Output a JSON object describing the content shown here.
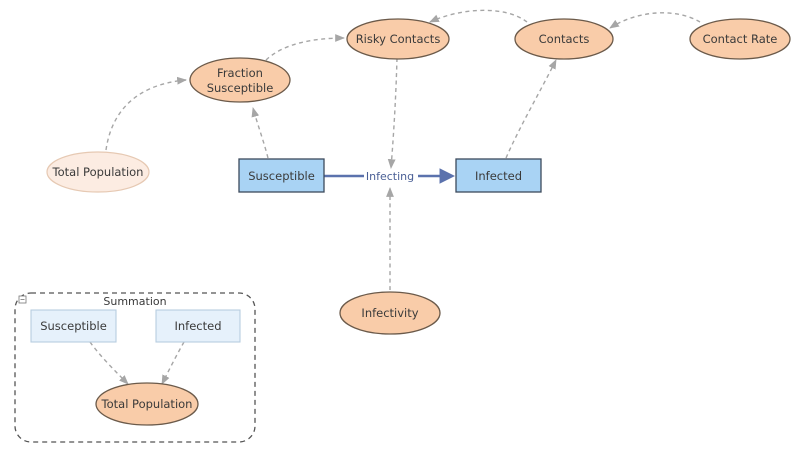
{
  "variables": {
    "fraction_susceptible": [
      "Fraction",
      "Susceptible"
    ],
    "risky_contacts": "Risky Contacts",
    "contacts": "Contacts",
    "contact_rate": "Contact Rate",
    "total_population_ghost": "Total Population",
    "infectivity": "Infectivity"
  },
  "stocks": {
    "susceptible": "Susceptible",
    "infected": "Infected"
  },
  "flow": {
    "label": "Infecting"
  },
  "group": {
    "title": "Summation",
    "susceptible": "Susceptible",
    "infected": "Infected",
    "total_population": "Total Population"
  },
  "colors": {
    "variable_fill": "#f9cca9",
    "variable_stroke": "#6b5a4a",
    "ghost_fill": "#fcece2",
    "ghost_stroke": "#e6c9b3",
    "stock_fill": "#a9d3f4",
    "stock_stroke": "#3d4a5c",
    "ghost_stock_fill": "#e6f1fb",
    "ghost_stock_stroke": "#b8cde0",
    "flow_color": "#5b72ad",
    "link_color": "#a6a6a6"
  }
}
